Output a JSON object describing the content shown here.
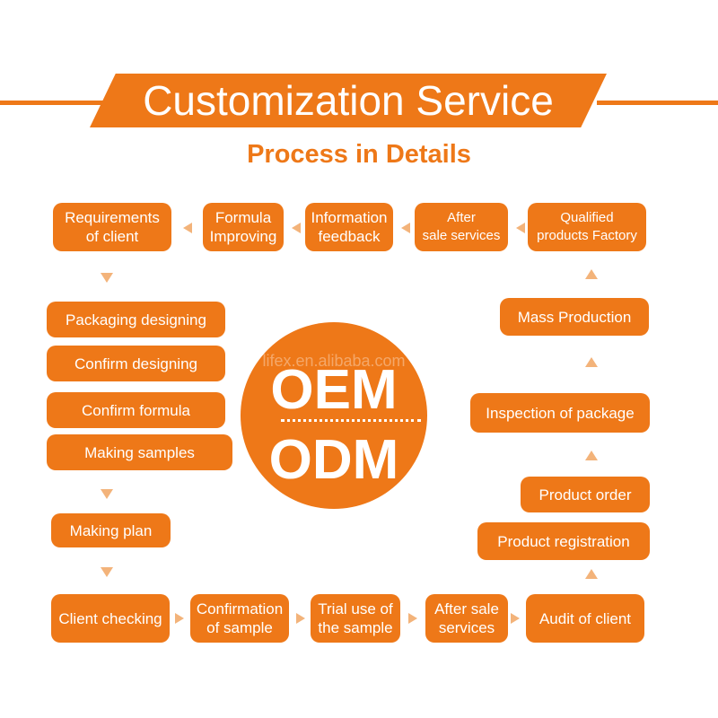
{
  "header": {
    "title": "Customization Service",
    "subtitle": "Process in Details"
  },
  "center": {
    "watermark": "lifex.en.alibaba.com",
    "top": "OEM",
    "bottom": "ODM"
  },
  "steps": {
    "requirements": "Requirements\nof client",
    "formula_improving": "Formula\nImproving",
    "information_feedback": "Information\nfeedback",
    "after_sale_services_top": "After\nsale services",
    "qualified_products": "Qualified\nproducts Factory",
    "packaging_designing": "Packaging designing",
    "confirm_designing": "Confirm designing",
    "confirm_formula": "Confirm formula",
    "making_samples": "Making samples",
    "making_plan": "Making plan",
    "client_checking": "Client checking",
    "confirmation_of_sample": "Confirmation\nof sample",
    "trial_use": "Trial use of\nthe sample",
    "after_sale_services_bottom": "After sale\nservices",
    "audit_of_client": "Audit of client",
    "product_registration": "Product registration",
    "product_order": "Product order",
    "inspection_of_package": "Inspection of package",
    "mass_production": "Mass Production"
  },
  "colors": {
    "accent": "#ee7818",
    "arrow": "#f3b37a",
    "background": "#ffffff"
  }
}
